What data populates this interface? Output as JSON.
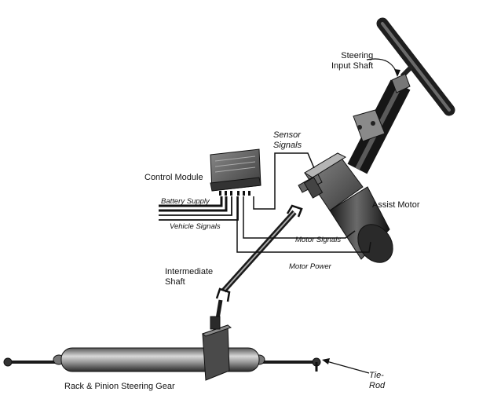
{
  "diagram": {
    "labels": {
      "steering_input_shaft": "Steering\nInput Shaft",
      "sensor_signals": "Sensor\nSignals",
      "control_module": "Control Module",
      "battery_supply": "Battery Supply",
      "vehicle_signals": "Vehicle Signals",
      "assist_motor": "Assist Motor",
      "motor_signals": "Motor Signals",
      "motor_power": "Motor Power",
      "intermediate_shaft": "Intermediate\nShaft",
      "rack_pinion": "Rack & Pinion Steering Gear",
      "tie_rod": "Tie-\nRod"
    }
  }
}
